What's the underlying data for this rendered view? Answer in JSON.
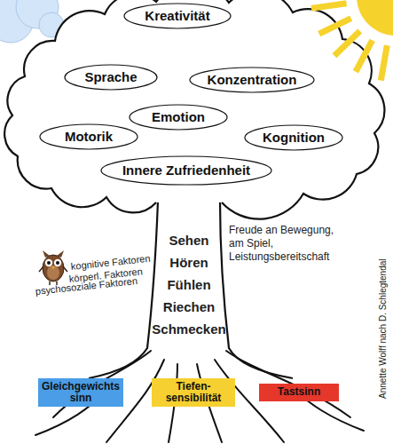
{
  "diagram": {
    "nodes": [
      {
        "text": [
          "Kreativität"
        ]
      },
      {
        "text": [
          "Sprache"
        ]
      },
      {
        "text": [
          "Konzentration"
        ]
      },
      {
        "text": [
          "Emotion"
        ]
      },
      {
        "text": [
          "Motorik"
        ]
      },
      {
        "text": [
          "Kognition"
        ]
      },
      {
        "text": [
          "Innere Zufriedenheit"
        ]
      },
      {
        "text": [
          "Gleichgewichts sinn"
        ]
      },
      {
        "text": [
          "Tiefen- sensibilität"
        ]
      },
      {
        "text": [
          "Tastsinn"
        ]
      }
    ],
    "labels": [
      "Sehen",
      "Hören",
      "Fühlen",
      "Riechen",
      "Schmecken",
      "Freude an Bewegung, am Spiel, Leistungsbereitschaft",
      "kognitive Faktoren",
      "körperl. Faktoren",
      "psychosoziale Faktoren",
      "Annette Wolff nach D. Schlegtendal"
    ]
  }
}
